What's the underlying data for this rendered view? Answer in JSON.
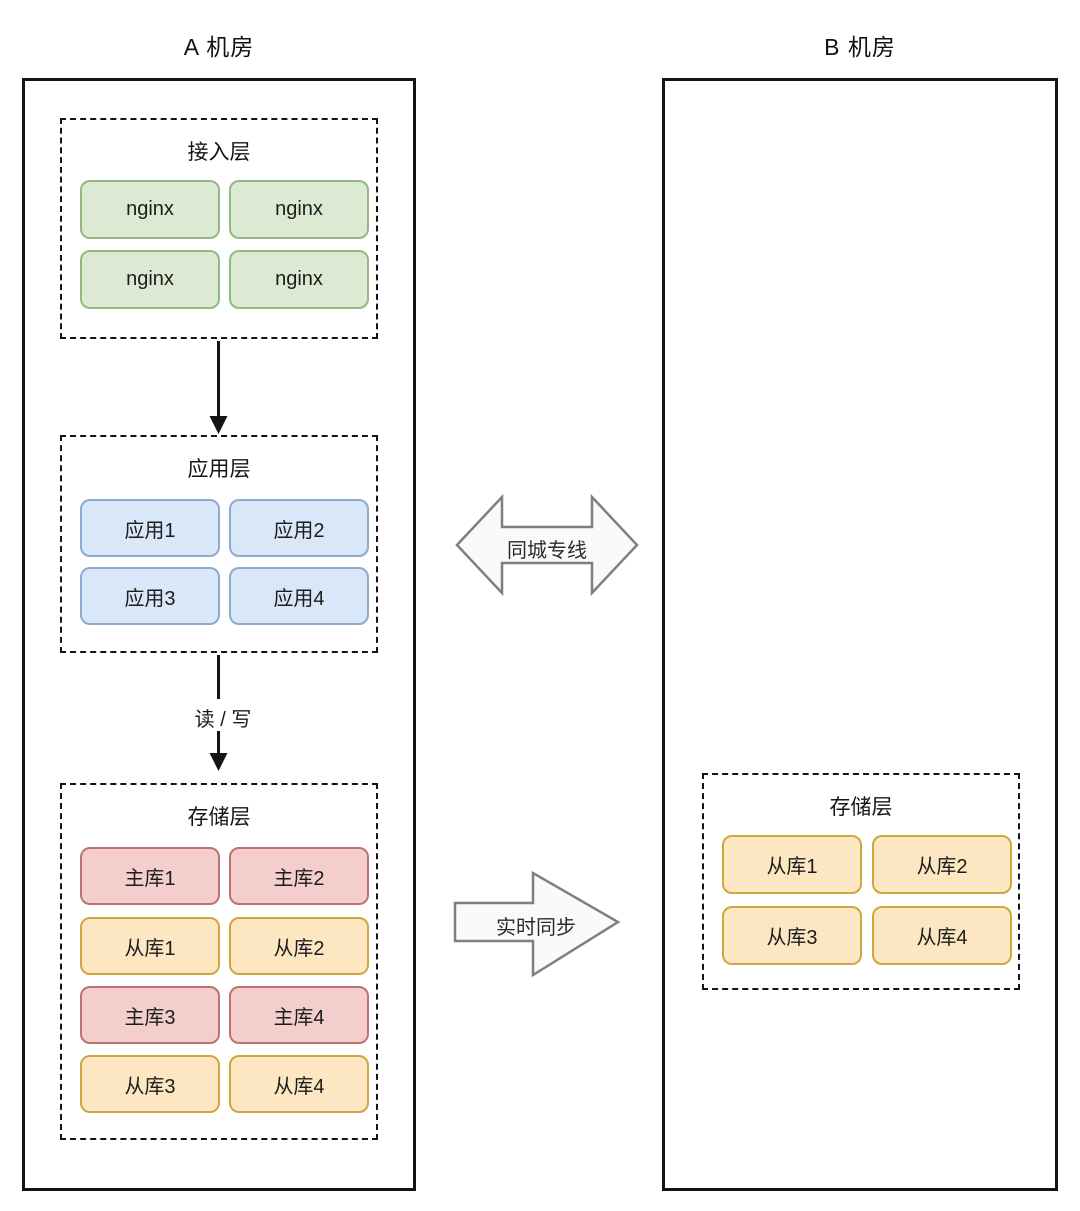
{
  "datacenter_a": {
    "title": "A 机房",
    "access_layer": {
      "title": "接入层",
      "nodes": [
        {
          "label": "nginx"
        },
        {
          "label": "nginx"
        },
        {
          "label": "nginx"
        },
        {
          "label": "nginx"
        }
      ]
    },
    "app_layer": {
      "title": "应用层",
      "nodes": [
        {
          "label": "应用1"
        },
        {
          "label": "应用2"
        },
        {
          "label": "应用3"
        },
        {
          "label": "应用4"
        }
      ]
    },
    "storage_layer": {
      "title": "存储层",
      "nodes": [
        {
          "label": "主库1",
          "role": "master"
        },
        {
          "label": "主库2",
          "role": "master"
        },
        {
          "label": "从库1",
          "role": "slave"
        },
        {
          "label": "从库2",
          "role": "slave"
        },
        {
          "label": "主库3",
          "role": "master"
        },
        {
          "label": "主库4",
          "role": "master"
        },
        {
          "label": "从库3",
          "role": "slave"
        },
        {
          "label": "从库4",
          "role": "slave"
        }
      ]
    }
  },
  "datacenter_b": {
    "title": "B 机房",
    "storage_layer": {
      "title": "存储层",
      "nodes": [
        {
          "label": "从库1",
          "role": "slave"
        },
        {
          "label": "从库2",
          "role": "slave"
        },
        {
          "label": "从库3",
          "role": "slave"
        },
        {
          "label": "从库4",
          "role": "slave"
        }
      ]
    }
  },
  "connections": {
    "read_write_label": "读 / 写",
    "city_link_label": "同城专线",
    "sync_label": "实时同步"
  },
  "colors": {
    "nginx_fill": "#dcead3",
    "nginx_border": "#93b881",
    "app_fill": "#d9e7f8",
    "app_border": "#8caccf",
    "master_fill": "#f4cecd",
    "master_border": "#bb7470",
    "slave_fill": "#fde7c3",
    "slave_border": "#d0a63e",
    "line": "#141414",
    "big_arrow_fill": "#fafafa",
    "big_arrow_border": "#7f7f7f"
  }
}
